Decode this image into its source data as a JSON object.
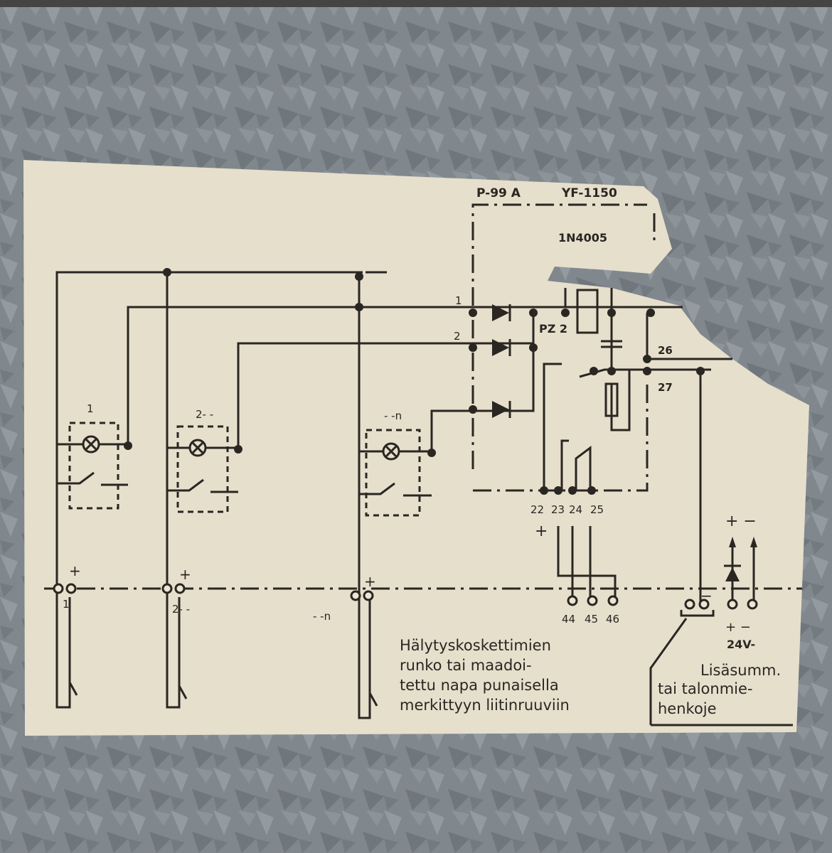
{
  "header": {
    "model": "P-99 A",
    "part": "YF-1150",
    "diode": "1N4005",
    "relay": "PZ 2"
  },
  "inputs": {
    "line1": "1",
    "line2": "2"
  },
  "terminals": {
    "t26": "26",
    "t27": "27",
    "t22": "22",
    "t23": "23",
    "t24": "24",
    "t25": "25",
    "t44": "44",
    "t45": "45",
    "t46": "46",
    "plus": "+"
  },
  "zones": {
    "z1": "1",
    "z2": "2- -",
    "z3": "- -n",
    "b1": "1",
    "b2": "2- -",
    "b3": "- -n",
    "plus": "+"
  },
  "note": {
    "lines": [
      "Hälytyskoskettimien",
      "runko tai maadoi-",
      "tettu napa punaisella",
      "merkittyyn liitinruuviin"
    ]
  },
  "aux": {
    "polarity_top": "+ −",
    "minus": "−",
    "polarity_bottom": "+ −",
    "voltage": "24V-",
    "lines": [
      "Lisäsumm.",
      "tai talonmie-",
      "henkoje"
    ]
  },
  "colors": {
    "metal": "#7d848a",
    "paper": "#e6dfcc",
    "ink": "#2a2622"
  }
}
